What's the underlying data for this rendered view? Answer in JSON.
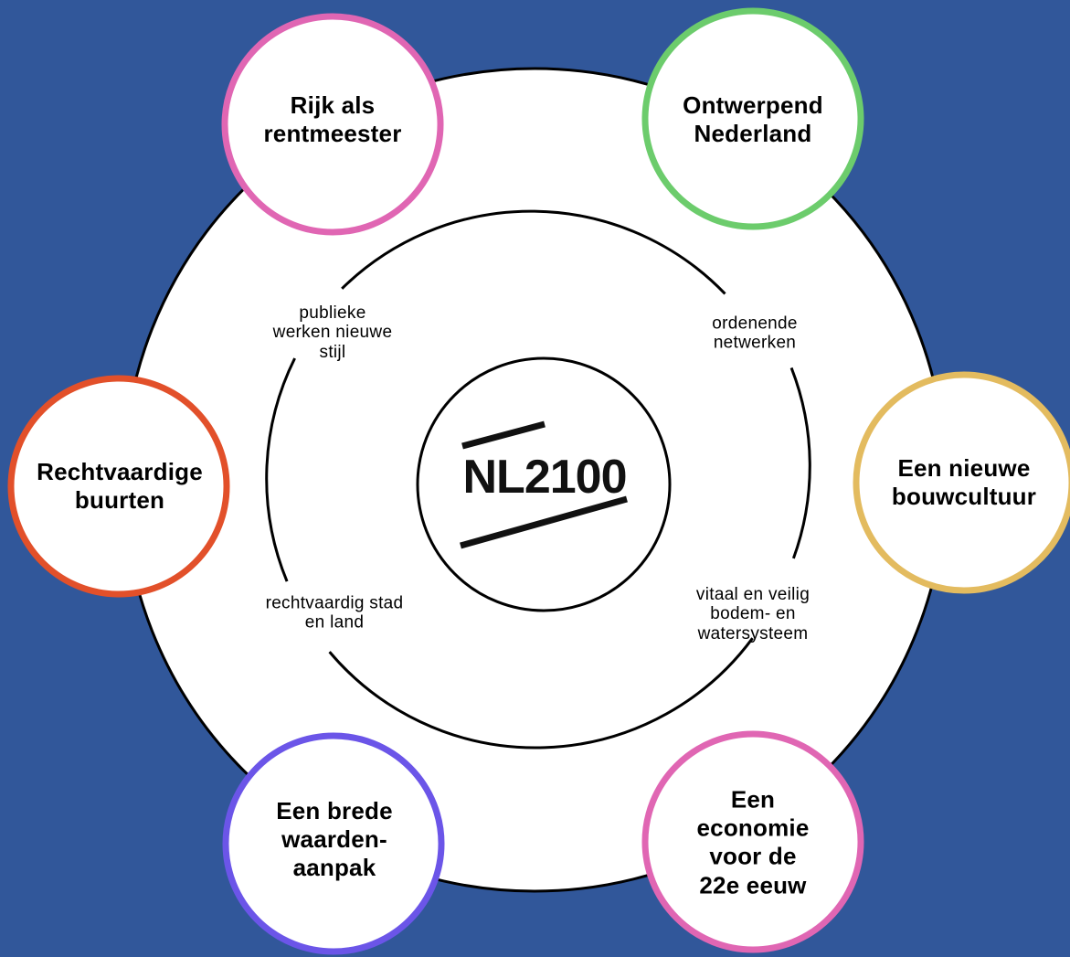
{
  "center": {
    "logo_text": "NL2100"
  },
  "inner_labels": {
    "publieke_werken": "publieke\nwerken nieuwe\nstijl",
    "ordenende_netwerken": "ordenende\nnetwerken",
    "vitaal_veilig": "vitaal en veilig\nbodem- en\nwatersysteem",
    "rechtvaardig_stad": "rechtvaardig stad\nen land"
  },
  "nodes": {
    "rijk": {
      "label": "Rijk als\nrentmeester",
      "color": "#e066b3"
    },
    "ontwerpend": {
      "label": "Ontwerpend\nNederland",
      "color": "#6ccc6c"
    },
    "bouwcultuur": {
      "label": "Een nieuwe\nbouwcultuur",
      "color": "#e3bb5f"
    },
    "economie": {
      "label": "Een\neconomie\nvoor de\n22e eeuw",
      "color": "#e066b3"
    },
    "waarden": {
      "label": "Een brede\nwaarden-\naanpak",
      "color": "#6b55e8"
    },
    "buurten": {
      "label": "Rechtvaardige\nbuurten",
      "color": "#e2502a"
    }
  },
  "colors": {
    "background": "#31579a",
    "disc": "#ffffff",
    "line": "#000000"
  }
}
